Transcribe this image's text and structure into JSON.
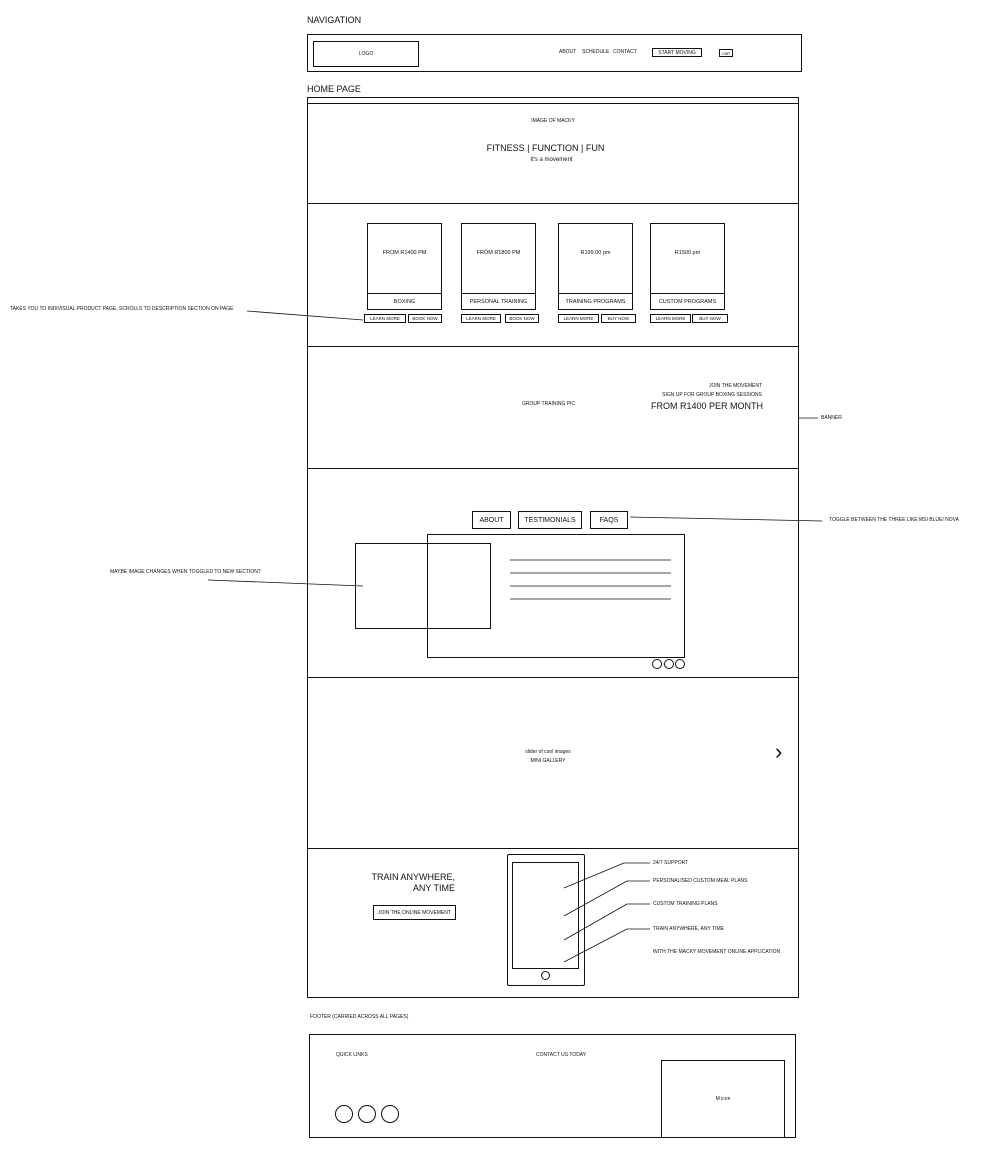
{
  "labels": {
    "navigation": "NAVIGATION",
    "home_page": "HOME PAGE",
    "footer": "FOOTER (CARRIED ACROSS ALL PAGES)"
  },
  "nav": {
    "logo": "LOGO",
    "links": [
      "ABOUT",
      "SCHEDULE",
      "CONTACT"
    ],
    "start_moving": "START MOVING",
    "cart": "cart"
  },
  "hero": {
    "image_label": "IMAGE OF MACKY",
    "headline": "FITNESS | FUNCTION | FUN",
    "subline": "It's a movement"
  },
  "products": [
    {
      "price": "FROM R1400 PM",
      "name": "BOXING",
      "btn1": "LEARN MORE",
      "btn2": "BOOK NOW"
    },
    {
      "price": "FROM R1800 PM",
      "name": "PERSONAL TRAINING",
      "btn1": "LEARN MORE",
      "btn2": "BOOK NOW"
    },
    {
      "price": "R199.00 pm",
      "name": "TRAINING PROGRAMS",
      "btn1": "LEARN MORE",
      "btn2": "BUY NOW"
    },
    {
      "price": "R1500 pm",
      "name": "CUSTOM PROGRAMS",
      "btn1": "LEARN MORE",
      "btn2": "BUY NOW"
    }
  ],
  "banner": {
    "image_label": "GROUP TRAINING PIC",
    "line1": "JOIN THE MOVEMENT",
    "line2": "SIGN UP FOR GROUP BOXING SESSIONS",
    "line3": "FROM R1400 PER MONTH"
  },
  "tabs": [
    "ABOUT",
    "TESTIMONIALS",
    "FAQS"
  ],
  "gallery": {
    "line1": "slider of cool images",
    "line2": "MINI GALLERY",
    "arrow": "›"
  },
  "app": {
    "title_line1": "TRAIN ANYWHERE,",
    "title_line2": "ANY TIME",
    "cta": "JOIN THE ONLINE MOVEMENT",
    "features": [
      "24/7 SUPPORT",
      "PERSONALISED CUSTOM MEAL PLANS",
      "CUSTOM TRAINING PLANS",
      "TRAIN ANYWHERE, ANY TIME"
    ],
    "tagline": "WITH THE MACKY MOVEMENT ONLINE APPLICATION"
  },
  "footer": {
    "quick_links": "QUICK LINKS",
    "contact": "CONTACT US TODAY",
    "m_icon": "M icon"
  },
  "annotations": {
    "product_note": "TAKES YOU TO INDIVISUAL PRODUCT PAGE, SCROLLS TO DESCRIPTION SECTION ON PAGE",
    "banner_note": "BANNER",
    "toggle_note": "TOGGLE BETWEEN THE THREE LIKE MSI BLUE/ NOVA",
    "image_note": "MAYBE IMAGE CHANGES WHEN TOGGLED TO NEW SECTION?"
  }
}
